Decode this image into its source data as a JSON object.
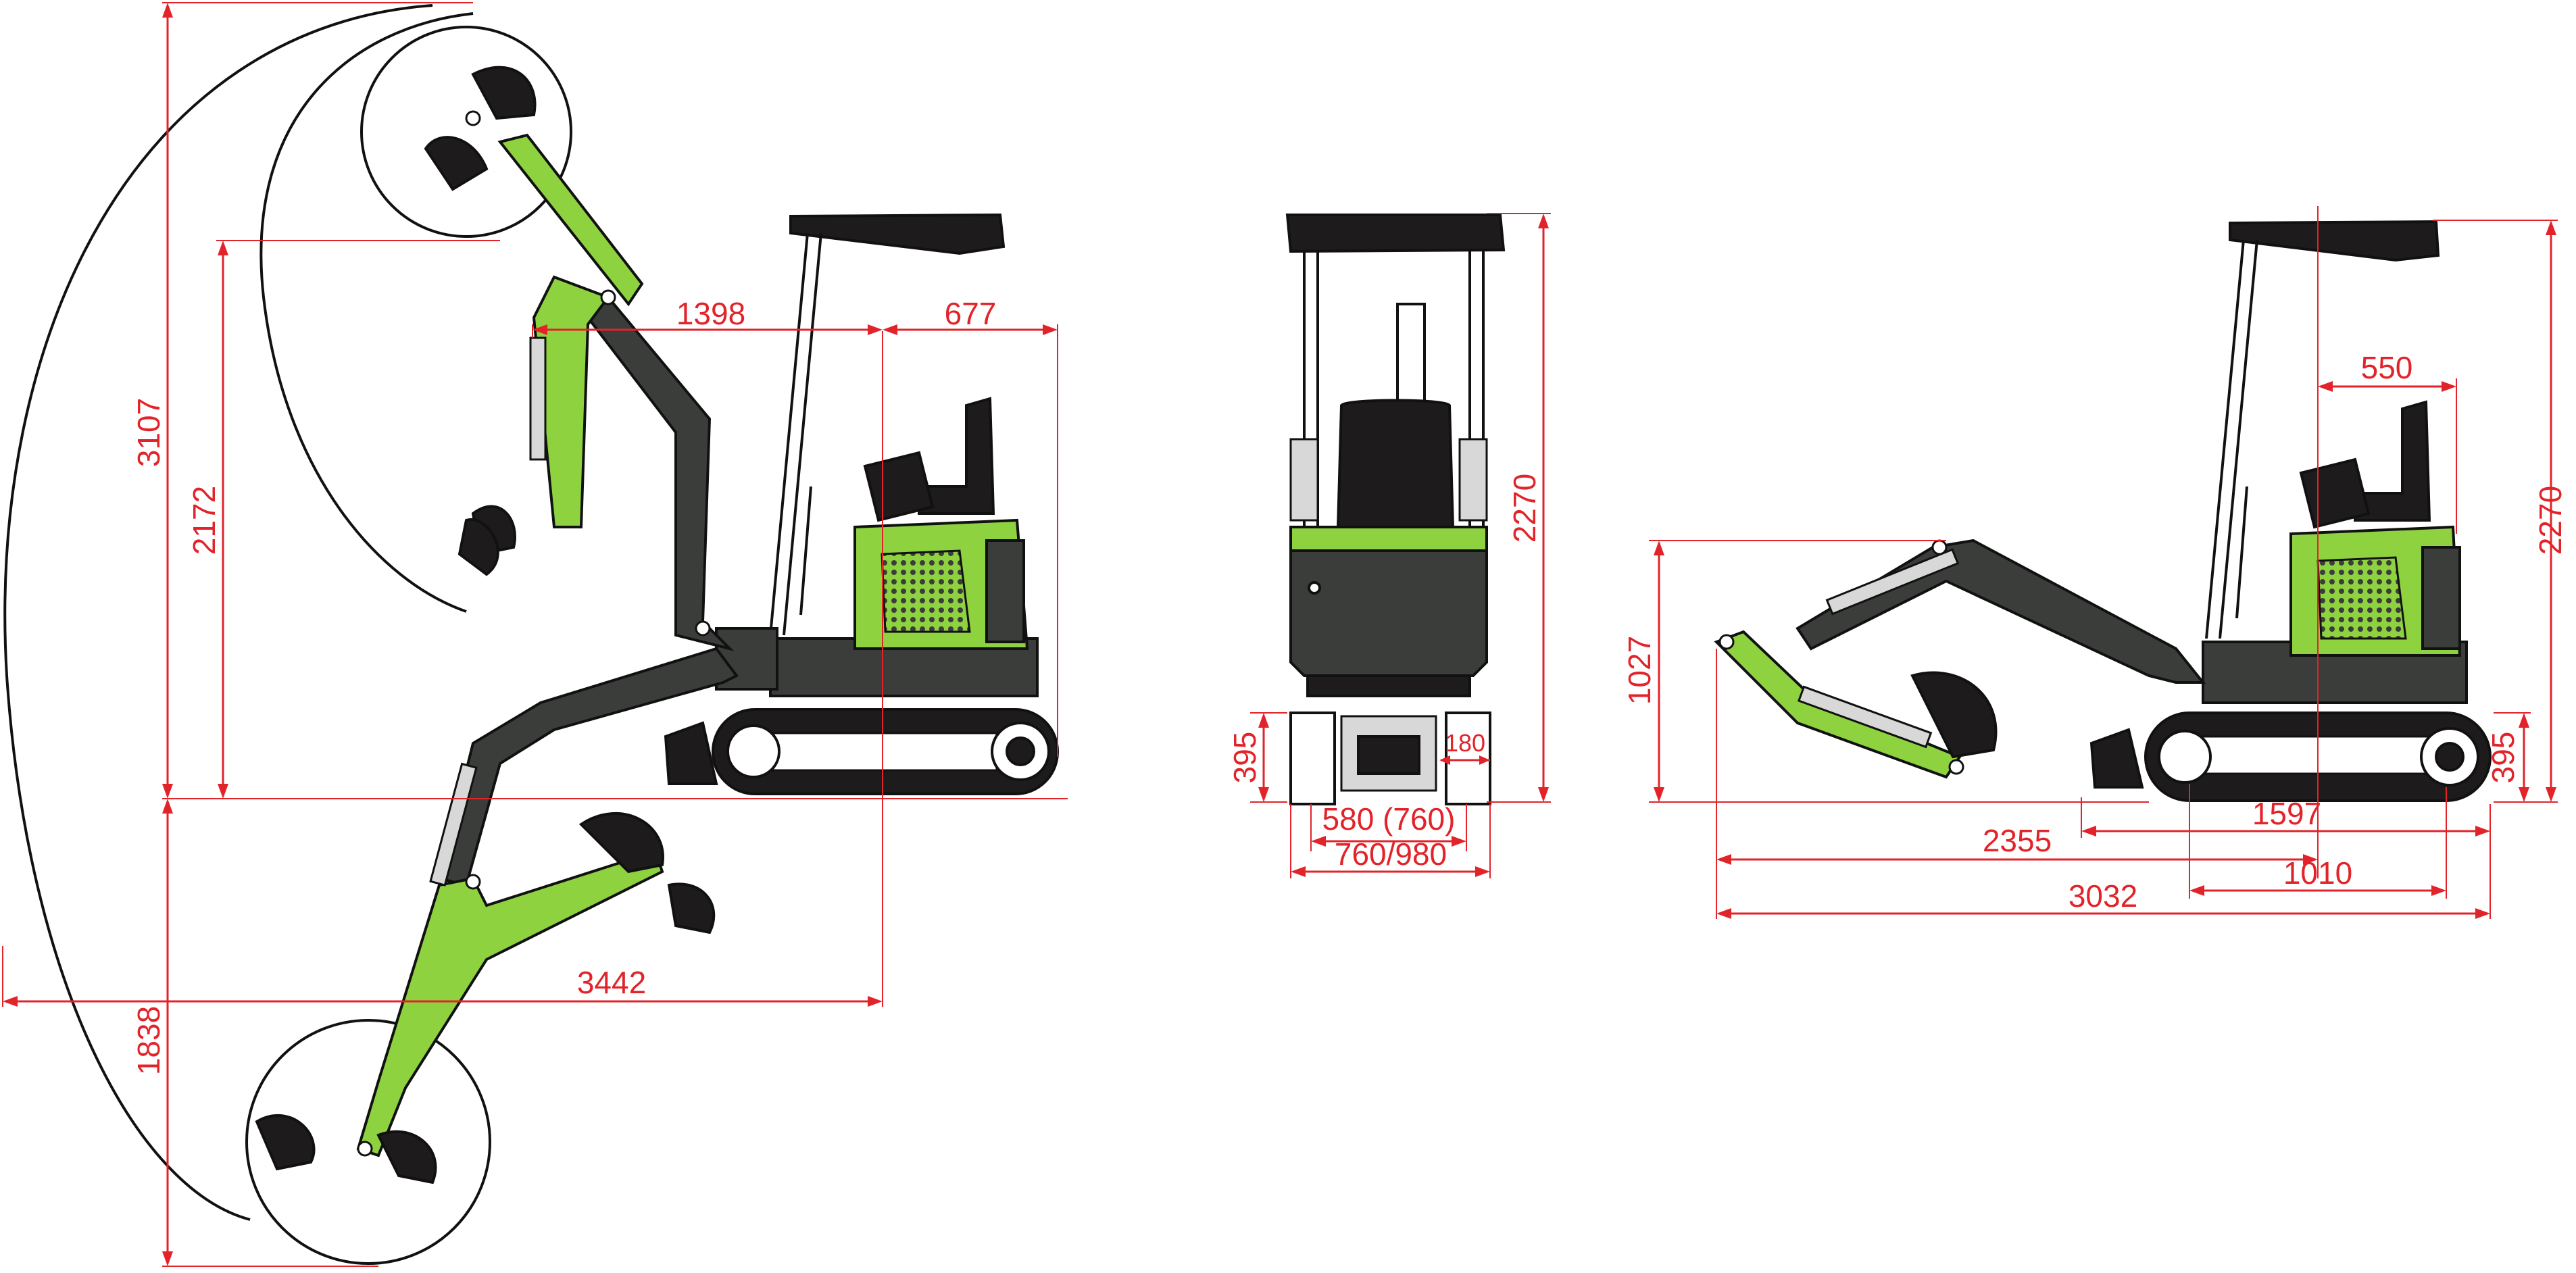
{
  "dimensions": {
    "side_view": {
      "max_reach": "3442",
      "max_digging_height": "3107",
      "max_dump_height": "2172",
      "max_digging_depth": "1838",
      "reach_offset": "1398",
      "tail_length": "677"
    },
    "front_view": {
      "overall_height": "2270",
      "blade_height": "395",
      "track_width": "580 (760)",
      "overall_width": "760/980",
      "track_shoe_width": "180"
    },
    "transport_view": {
      "overall_height": "2270",
      "boom_height": "1027",
      "blade_height": "395",
      "seat_offset": "550",
      "track_length": "1597",
      "length_to_blade": "2355",
      "tumbler_distance": "1010",
      "overall_length": "3032"
    }
  },
  "colors": {
    "dimension": "#e2232a",
    "body_green": "#8ed240",
    "body_dark": "#3b3d3b",
    "track_dark": "#1d1b1b"
  }
}
